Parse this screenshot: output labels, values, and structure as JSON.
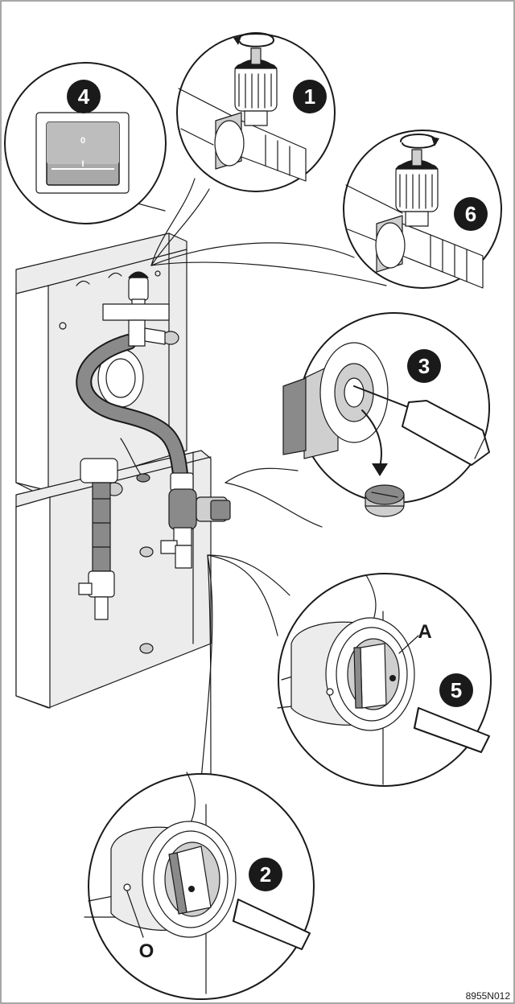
{
  "steps": [
    {
      "number": "1"
    },
    {
      "number": "2"
    },
    {
      "number": "3"
    },
    {
      "number": "4"
    },
    {
      "number": "5"
    },
    {
      "number": "6"
    }
  ],
  "switch": {
    "off_label": "0",
    "on_label": "I"
  },
  "labels": {
    "a": "A",
    "o": "O"
  },
  "reference_code": "8955N012",
  "colors": {
    "badge": "#1a1a1a",
    "hose": "#8a8a8a",
    "outline": "#1a1a1a"
  }
}
